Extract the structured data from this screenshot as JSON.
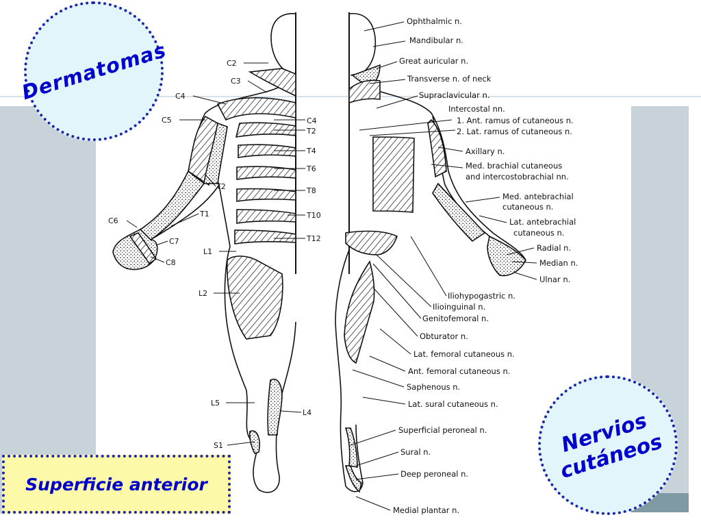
{
  "badges": {
    "dermatomas": "Dermatomas",
    "nervios_line1": "Nervios",
    "nervios_line2": "cutáneos",
    "superficie": "Superficie anterior"
  },
  "dermatome_labels": {
    "c2": "C2",
    "c3": "C3",
    "c4_left": "C4",
    "c5": "C5",
    "c4_mid": "C4",
    "t2_mid": "T2",
    "t4": "T4",
    "t6": "T6",
    "t8": "T8",
    "t10": "T10",
    "t12": "T12",
    "t2_arm": "T2",
    "t1": "T1",
    "c6": "C6",
    "c7": "C7",
    "c8": "C8",
    "l1": "L1",
    "l2": "L2",
    "l5": "L5",
    "l4": "L4",
    "s1": "S1"
  },
  "nerve_labels": {
    "ophthalmic": "Ophthalmic n.",
    "mandibular": "Mandibular n.",
    "great_auricular": "Great auricular n.",
    "transverse_neck": "Transverse n. of neck",
    "supraclavicular": "Supraclavicular n.",
    "intercostal": "Intercostal nn.",
    "ant_ramus": "1. Ant. ramus of cutaneous n.",
    "lat_ramus": "2. Lat. ramus of cutaneous n.",
    "axillary": "Axillary n.",
    "med_brachial_1": "Med. brachial cutaneous",
    "med_brachial_2": "and intercostobrachial nn.",
    "med_antebrachial_1": "Med. antebrachial",
    "med_antebrachial_2": "cutaneous n.",
    "lat_antebrachial_1": "Lat. antebrachial",
    "lat_antebrachial_2": "cutaneous n.",
    "radial": "Radial n.",
    "median": "Median n.",
    "ulnar": "Ulnar n.",
    "iliohypogastric": "Iliohypogastric n.",
    "ilioinguinal": "Ilioinguinal n.",
    "genitofemoral": "Genitofemoral n.",
    "obturator": "Obturator n.",
    "lat_femoral": "Lat. femoral cutaneous n.",
    "ant_femoral": "Ant. femoral cutaneous n.",
    "saphenous": "Saphenous n.",
    "lat_sural": "Lat. sural cutaneous n.",
    "superficial_peroneal": "Superficial peroneal n.",
    "sural": "Sural n.",
    "deep_peroneal": "Deep peroneal n.",
    "medial_plantar": "Medial plantar n."
  }
}
